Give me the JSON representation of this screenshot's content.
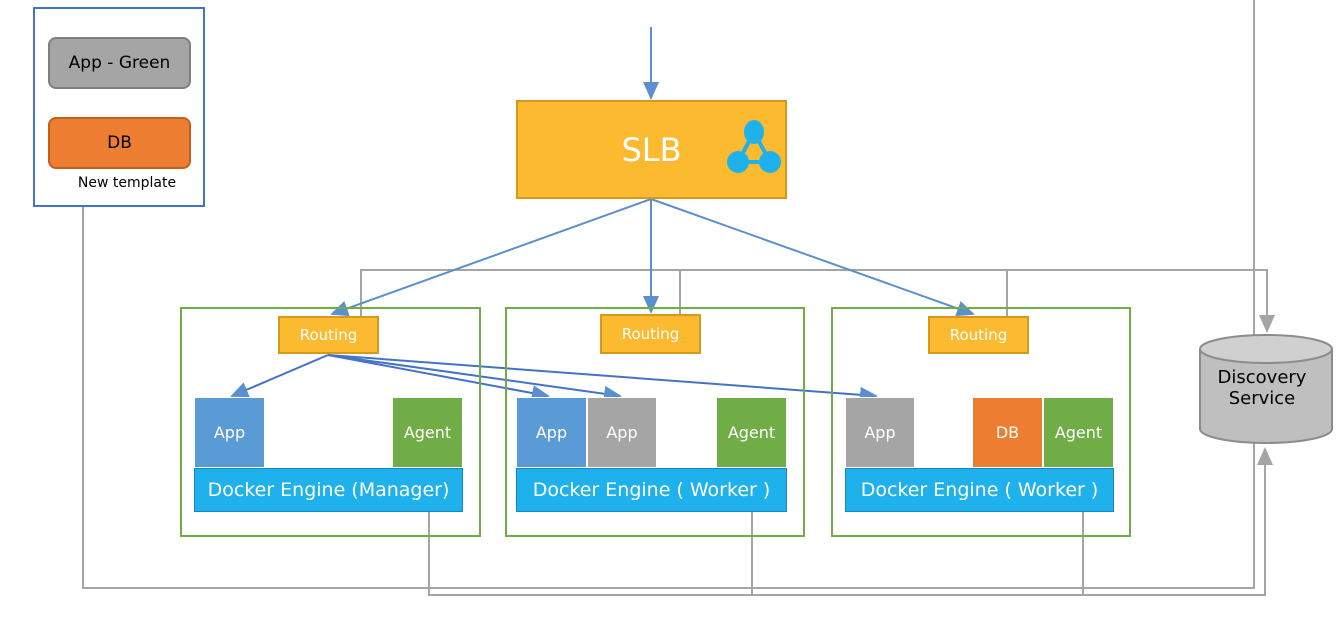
{
  "legend": {
    "app_green": "App - Green",
    "db": "DB",
    "caption": "New template"
  },
  "slb": {
    "label": "SLB",
    "icon": "network-nodes-icon"
  },
  "nodes": [
    {
      "routing": "Routing",
      "cells": [
        "App",
        "Agent"
      ],
      "engine": "Docker Engine (Manager)"
    },
    {
      "routing": "Routing",
      "cells": [
        "App",
        "App",
        "Agent"
      ],
      "engine": "Docker Engine ( Worker )"
    },
    {
      "routing": "Routing",
      "cells": [
        "App",
        "DB",
        "Agent"
      ],
      "engine": "Docker Engine ( Worker )"
    }
  ],
  "discovery": {
    "label": "Discovery Service"
  },
  "colors": {
    "slb": "#FBBA2F",
    "app_blue": "#5B9BD5",
    "app_grey": "#A5A5A5",
    "agent": "#70AD47",
    "db": "#ED7D31",
    "docker": "#1EB1EC",
    "frame": "#70AD47",
    "legend_border": "#4472C4"
  }
}
